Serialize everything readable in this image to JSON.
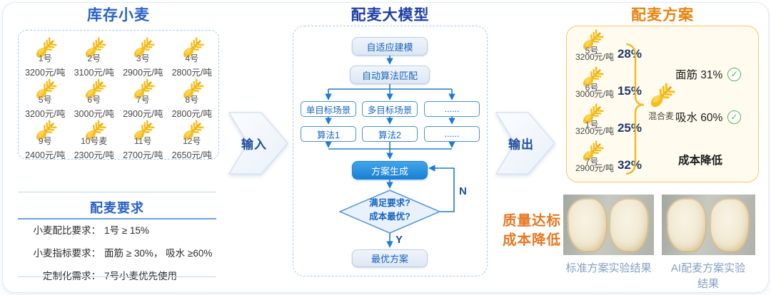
{
  "colors": {
    "title_blue": "#2a62c4",
    "model_navy": "#1e3fa6",
    "flow_blue": "#1e7ad2",
    "plan_orange": "#e8830e",
    "result_orange": "#e87722",
    "wheat_gold": "#f7bd1a",
    "pct_navy": "#20386b",
    "check_green": "#54b54e"
  },
  "icons": {
    "check": "✓"
  },
  "inventory": {
    "title": "库存小麦",
    "wheats": [
      {
        "name": "1号",
        "price": "3200元/吨"
      },
      {
        "name": "2号",
        "price": "3100元/吨"
      },
      {
        "name": "3号",
        "price": "2900元/吨"
      },
      {
        "name": "4号",
        "price": "2800元/吨"
      },
      {
        "name": "5号",
        "price": "3200元/吨"
      },
      {
        "name": "6号",
        "price": "3000元/吨"
      },
      {
        "name": "7号",
        "price": "2900元/吨"
      },
      {
        "name": "8号",
        "price": "2800元/吨"
      },
      {
        "name": "9号",
        "price": "2400元/吨"
      },
      {
        "name": "10号麦",
        "price": "2300元/吨"
      },
      {
        "name": "11号",
        "price": "2700元/吨"
      },
      {
        "name": "12号",
        "price": "2650元/吨"
      }
    ],
    "requirements": {
      "title": "配麦要求",
      "rows": [
        {
          "label": "小麦配比要求：",
          "value": "1号 ≥ 15%"
        },
        {
          "label": "小麦指标要求：",
          "value": "面筋 ≥ 30%， 吸水 ≥60%"
        },
        {
          "label": "定制化需求：",
          "value": "7号小麦优先使用"
        }
      ]
    }
  },
  "flow_arrows": {
    "input": "输入",
    "output": "输出"
  },
  "model": {
    "title": "配麦大模型",
    "adaptive_modeling": "自适应建模",
    "auto_matching": "自动算法匹配",
    "scenarios": [
      "单目标场景",
      "多目标场景",
      "......"
    ],
    "algorithms": [
      "算法1",
      "算法2",
      "......"
    ],
    "generate": "方案生成",
    "decision_line1": "满足要求?",
    "decision_line2": "成本最优?",
    "no_label": "N",
    "yes_label": "Y",
    "optimal": "最优方案"
  },
  "plan": {
    "title": "配麦方案",
    "items": [
      {
        "name": "5号",
        "price": "3200元/吨",
        "pct": "28%"
      },
      {
        "name": "6号",
        "price": "3000元/吨",
        "pct": "15%"
      },
      {
        "name": "1号",
        "price": "3200元/吨",
        "pct": "25%"
      },
      {
        "name": "7号",
        "price": "2900元/吨",
        "pct": "32%"
      }
    ],
    "mixed_label": "混合麦",
    "gluten": "面筋 31%",
    "absorption": "吸水 60%",
    "cost_note": "成本降低"
  },
  "results": {
    "quality": "质量达标",
    "cost": "成本降低",
    "standard_caption": "标准方案实验结果",
    "ai_caption": "AI配麦方案实验结果"
  }
}
